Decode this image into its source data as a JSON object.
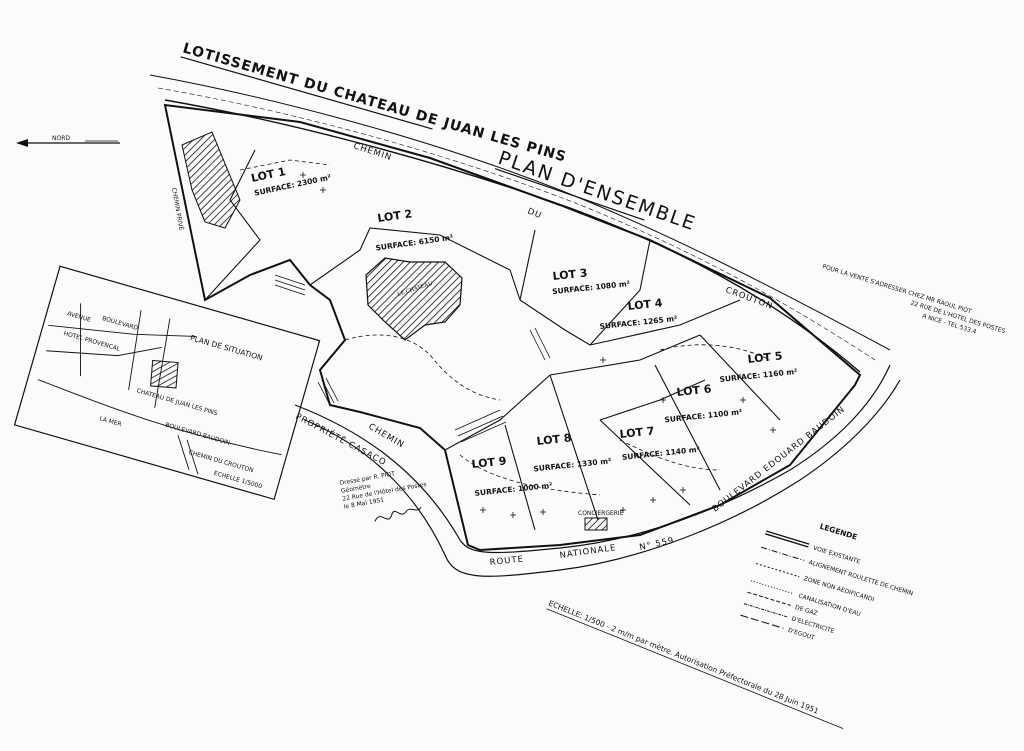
{
  "title": "LOTISSEMENT DU CHATEAU DE JUAN LES PINS",
  "subtitle": "PLAN D'ENSEMBLE",
  "north_label": "NORD",
  "lots": [
    {
      "name": "LOT 1",
      "surface": "SURFACE: 2300 m²"
    },
    {
      "name": "LOT 2",
      "surface": "SURFACE: 6150 m²"
    },
    {
      "name": "LOT 3",
      "surface": "SURFACE: 1080 m²"
    },
    {
      "name": "LOT 4",
      "surface": "SURFACE: 1265 m²"
    },
    {
      "name": "LOT 5",
      "surface": "SURFACE: 1160 m²"
    },
    {
      "name": "LOT 6",
      "surface": "SURFACE: 1100 m²"
    },
    {
      "name": "LOT 7",
      "surface": "SURFACE: 1140 m²"
    },
    {
      "name": "LOT 8",
      "surface": "SURFACE: 1330 m²"
    },
    {
      "name": "LOT 9",
      "surface": "SURFACE: 1000 m²"
    }
  ],
  "buildings": {
    "chateau": "LE CHATEAU",
    "conciergerie": "CONCIERGERIE"
  },
  "roads": {
    "chemin": "CHEMIN",
    "du": "DU",
    "croutou": "CROUTON",
    "chemin_prive": "CHEMIN PRIVÉ",
    "route": "ROUTE",
    "nationale": "NATIONALE",
    "route_no": "N° 559",
    "boulevard": "BOULEVARD EDOUARD BAUDOIN",
    "propriete": "PROPRIÉTÉ CASACO",
    "chemin_bottom": "CHEMIN"
  },
  "contact": {
    "line1": "POUR LA VENTE S'ADRESSER CHEZ MR RAOUL PIOT",
    "line2": "22 RUE DE L'HOTEL DES POSTES",
    "line3": "A NICE - TEL 533.4"
  },
  "situation": {
    "title": "PLAN DE SITUATION",
    "labels": [
      "AVENUE",
      "BOULEVARD",
      "HOTEL PROVENCAL",
      "CHATEAU DE JUAN LES PINS",
      "LA MER",
      "BOULEVARD BAUDOIN",
      "CHEMIN DU CROUTON",
      "ECHELLE 1/5000"
    ]
  },
  "signature": {
    "line1": "Dressé par R. PIOT",
    "line2": "Géomètre",
    "line3": "22 Rue de l'Hôtel des Postes",
    "line4": "le 8 Mai 1951"
  },
  "legend": {
    "title": "LEGENDE",
    "items": [
      "VOIE EXISTANTE",
      "ALIGNEMENT ROULETTE DE CHEMIN",
      "ZONE NON AEDIFICANDI",
      "CANALISATION D'EAU",
      "DE GAZ",
      "D'ELECTRICITE",
      "D'EGOUT"
    ]
  },
  "scale": "ECHELLE: 1/500 - 2 m/m par mètre. Autorisation Préfectorale du 28 Juin 1951"
}
